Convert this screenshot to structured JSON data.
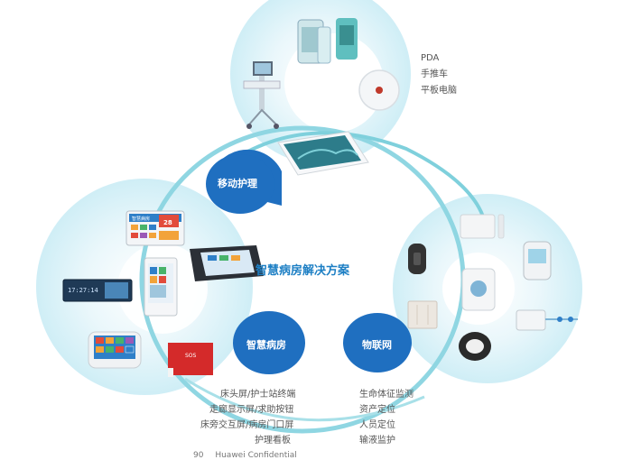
{
  "center_title": "智慧病房解决方案",
  "modules": {
    "mobile": {
      "label": "移动护理",
      "items": [
        "PDA",
        "手推车",
        "平板电脑"
      ]
    },
    "ward": {
      "label": "智慧病房",
      "items": [
        "床头屏/护士站终端",
        "走廊显示屏/求助按钮",
        "床旁交互屏/病房门口屏",
        "护理看板"
      ]
    },
    "iot": {
      "label": "物联网",
      "items": [
        "生命体征监测",
        "资产定位",
        "人员定位",
        "输液监护"
      ]
    }
  },
  "device_text": {
    "sos_label": "SOS",
    "bed_screen_number": "28",
    "bed_screen_title": "智慧病房",
    "corridor_time": "17:27:14"
  },
  "footer": {
    "page_number": "90",
    "text": "Huawei Confidential"
  },
  "colors": {
    "accent_blue": "#1f6fc0",
    "ring": "#7fd0dc",
    "bubble": "#dff2f8",
    "title": "#1d7fc4"
  }
}
